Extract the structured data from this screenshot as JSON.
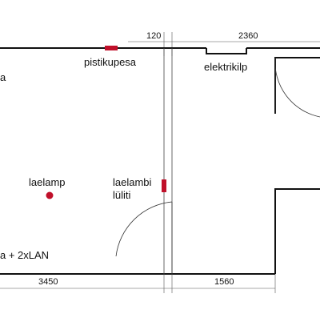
{
  "labels": {
    "socket": "pistikupesa",
    "panel": "elektrikilp",
    "ceiling_lamp": "laelamp",
    "switch_line1": "laelambi",
    "switch_line2": "lüliti",
    "left_top_fragment": "a",
    "left_bottom_fragment": "a + 2xLAN"
  },
  "dimensions": {
    "top_wall_thickness": "120",
    "top_right_width": "2360",
    "bottom_left_width": "3450",
    "bottom_right_width": "1560"
  },
  "colors": {
    "marker": "#c0102a",
    "wall": "#111111"
  }
}
